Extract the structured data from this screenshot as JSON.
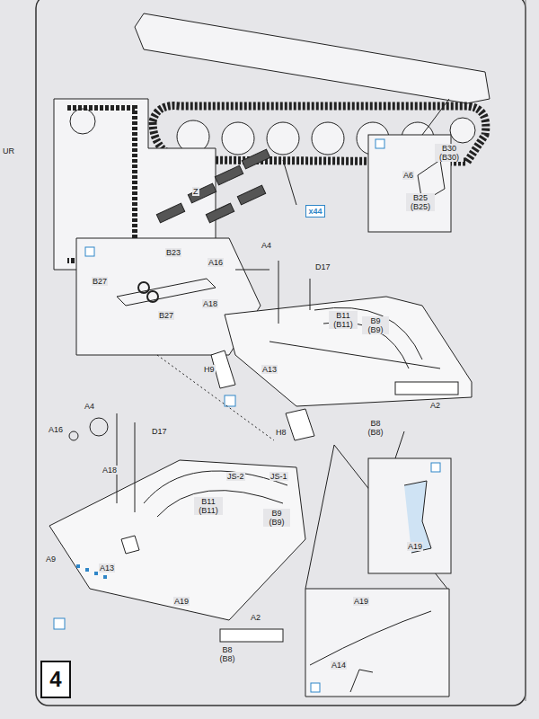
{
  "diagram": {
    "nodes": [
      {
        "text": [
          "x44"
        ]
      },
      {
        "text": [
          "4"
        ]
      }
    ],
    "labels": [
      "UR",
      "Z",
      "B30 (B30)",
      "A6",
      "B25 (B25)",
      "B23",
      "B27",
      "B27",
      "A4",
      "A16",
      "D17",
      "A18",
      "B11 (B11)",
      "B9 (B9)",
      "H9",
      "A13",
      "H8",
      "A2",
      "B8 (B8)",
      "JS-2",
      "JS-1",
      "A4",
      "A16",
      "A18",
      "D17",
      "B11 (B11)",
      "B9 (B9)",
      "A9",
      "A13",
      "A19",
      "A2",
      "B8 (B8)",
      "A19",
      "A19",
      "A14"
    ]
  }
}
